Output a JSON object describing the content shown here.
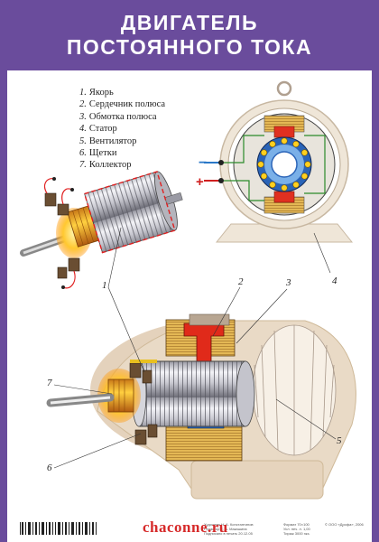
{
  "poster": {
    "title_line1": "ДВИГАТЕЛЬ",
    "title_line2": "ПОСТОЯННОГО ТОКА",
    "background_color": "#6a4c9c"
  },
  "legend": {
    "items": [
      {
        "num": "1.",
        "label": "Якорь"
      },
      {
        "num": "2.",
        "label": "Сердечник полюса"
      },
      {
        "num": "3.",
        "label": "Обмотка полюса"
      },
      {
        "num": "4.",
        "label": "Статор"
      },
      {
        "num": "5.",
        "label": "Вентилятор"
      },
      {
        "num": "6.",
        "label": "Щетки"
      },
      {
        "num": "7.",
        "label": "Коллектор"
      }
    ]
  },
  "callouts": {
    "c1": "1",
    "c2": "2",
    "c3": "3",
    "c4": "4",
    "c5": "5",
    "c6": "6",
    "c7": "7"
  },
  "terminals": {
    "minus": "−",
    "plus": "+"
  },
  "footer": {
    "watermark": "chaconne.ru",
    "fineprint_col1": [
      "Художник Н. А. Константинов",
      "Редактор Е. А. Макашина",
      "Подписано в печать 20.12.05"
    ],
    "fineprint_col2": [
      "Формат 70×100",
      "Усл. печ. л. 1,00",
      "Тираж 3000 экз."
    ],
    "fineprint_col3": [
      "© ООО «Дрофа», 2006"
    ]
  }
}
